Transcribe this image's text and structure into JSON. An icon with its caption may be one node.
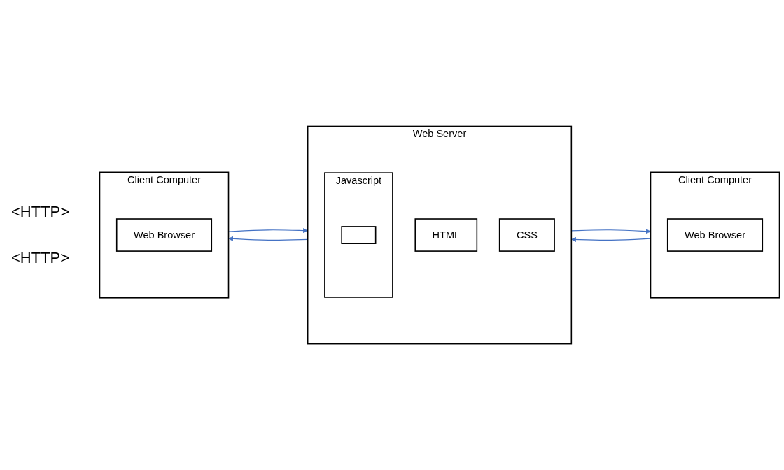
{
  "diagram": {
    "nodes": [
      {
        "text": [
          "Client Computer"
        ]
      },
      {
        "text": [
          "Web Browser"
        ],
        "in": 0
      },
      {
        "text": [
          "Web Server"
        ]
      },
      {
        "text": [
          "HTML"
        ],
        "in": 2
      },
      {
        "text": [
          "CSS"
        ],
        "in": 2
      },
      {
        "text": [
          "Javascript"
        ],
        "in": 2
      },
      {
        "text": [],
        "shape": "box",
        "in": 5
      },
      {
        "text": [
          "Client Computer"
        ]
      },
      {
        "text": [
          "Web Browser"
        ],
        "in": 7
      }
    ],
    "edges": [
      {
        "from": 0,
        "to": 2,
        "arrow": "to"
      },
      {
        "from": 2,
        "to": 0,
        "arrow": "to"
      },
      {
        "from": 7,
        "to": 2,
        "arrow": "to"
      },
      {
        "from": 2,
        "to": 7,
        "arrow": "to"
      }
    ],
    "labels": [
      "<HTTP>",
      "<HTTP>"
    ]
  }
}
